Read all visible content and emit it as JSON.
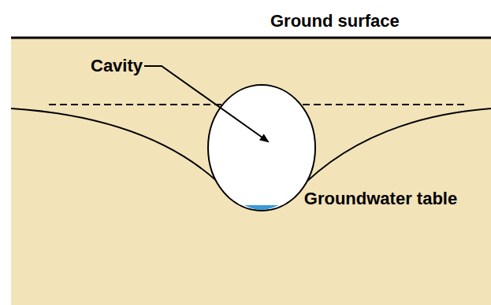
{
  "diagram": {
    "labels": [
      "Ground surface",
      "Cavity",
      "Groundwater table"
    ]
  }
}
